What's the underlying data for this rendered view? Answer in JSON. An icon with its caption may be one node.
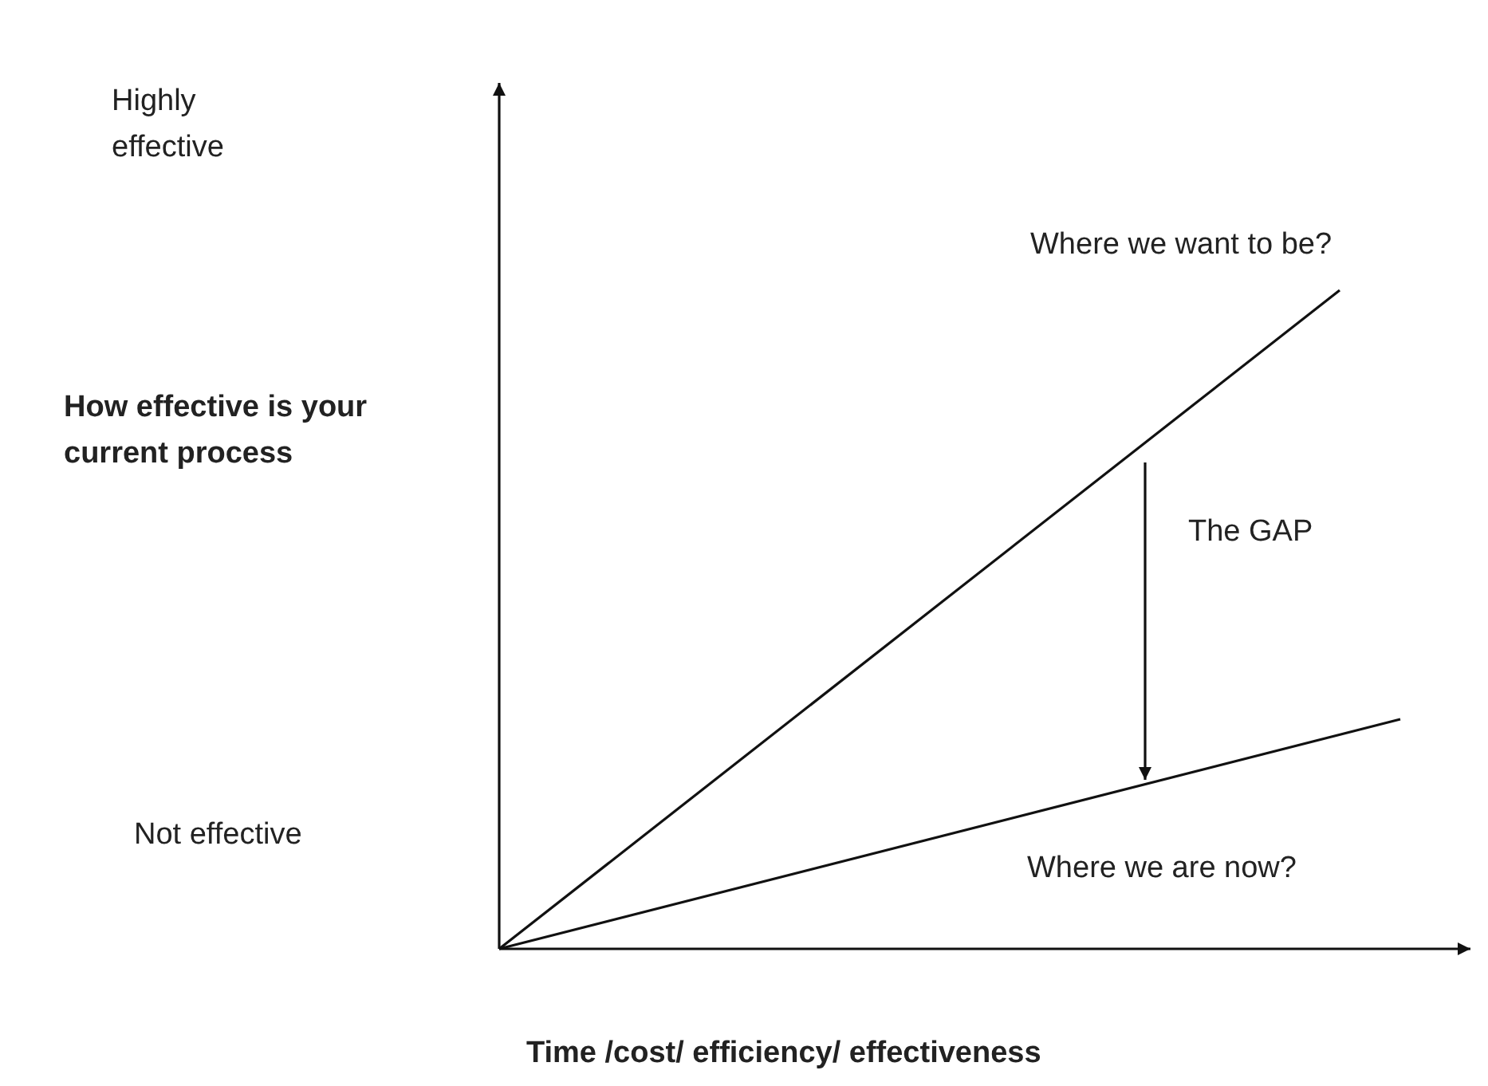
{
  "diagram": {
    "labels": [
      "Highly effective",
      "Where we want to be?",
      "How effective is your current process",
      "The GAP",
      "Not effective",
      "Where we are now?",
      "Time /cost/ efficiency/ effectiveness"
    ]
  }
}
